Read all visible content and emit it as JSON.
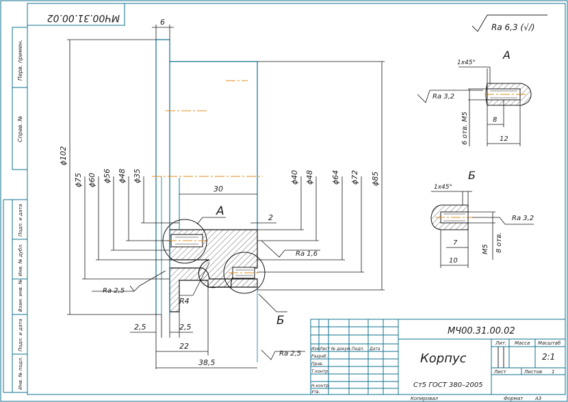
{
  "stamp": {
    "code_rotated": "МЧ00.31.00.02",
    "code": "МЧ00.31.00.02",
    "title": "Корпус",
    "material": "Ст5 ГОСТ 380–2005"
  },
  "roughness": {
    "general": "Ra 6,3 (√/)",
    "a": "Ra 3,2",
    "b": "Ra 3,2",
    "face": "Ra 1,6",
    "left": "Ra 2,5",
    "bottom": "Ra 2,5"
  },
  "views": {
    "a": "А",
    "b": "Б",
    "a_callout": "А",
    "b_callout": "Б"
  },
  "dims": {
    "d6": "6",
    "d102": "ϕ102",
    "d75": "ϕ75",
    "d60": "ϕ60",
    "d56": "ϕ56",
    "d48l": "ϕ48",
    "d35": "ϕ35",
    "d30": "30",
    "d40": "ϕ40",
    "d48r": "ϕ48",
    "d64": "ϕ64",
    "d72": "ϕ72",
    "d85": "ϕ85",
    "d2": "2",
    "r4": "R4",
    "d25a": "2,5",
    "d25b": "2,5",
    "d22": "22",
    "d385": "38,5"
  },
  "detail_a": {
    "chamfer": "1x45°",
    "thread": "6 отв. М5",
    "l8": "8",
    "l12": "12"
  },
  "detail_b": {
    "chamfer": "1x45°",
    "thread": "М5",
    "holes": "8 отв.",
    "l7": "7",
    "l10": "10"
  },
  "side_labels": [
    "Перв. примен.",
    "Справ. №",
    "Подп. и дата",
    "Инв. № дубл.",
    "Взам. инв. №",
    "Подп. и дата",
    "Инв. № подл."
  ],
  "title_block": {
    "col_izm": "Изм",
    "col_list": "Лист",
    "col_doc": "№ докум.",
    "col_podp": "Подп.",
    "col_date": "Дата",
    "razrab": "Разраб.",
    "prov": "Пров.",
    "tkontr": "Т.контр.",
    "nkontr": "Н.контр.",
    "utv": "Утв.",
    "lit": "Лит.",
    "massa": "Масса",
    "masshtab": "Масштаб",
    "scale_value": "2:1",
    "sheet": "Лист",
    "sheets": "Листов",
    "sheets_count": "1"
  },
  "footer": {
    "copied": "Копировал",
    "format": "Формат",
    "format_value": "А3"
  }
}
